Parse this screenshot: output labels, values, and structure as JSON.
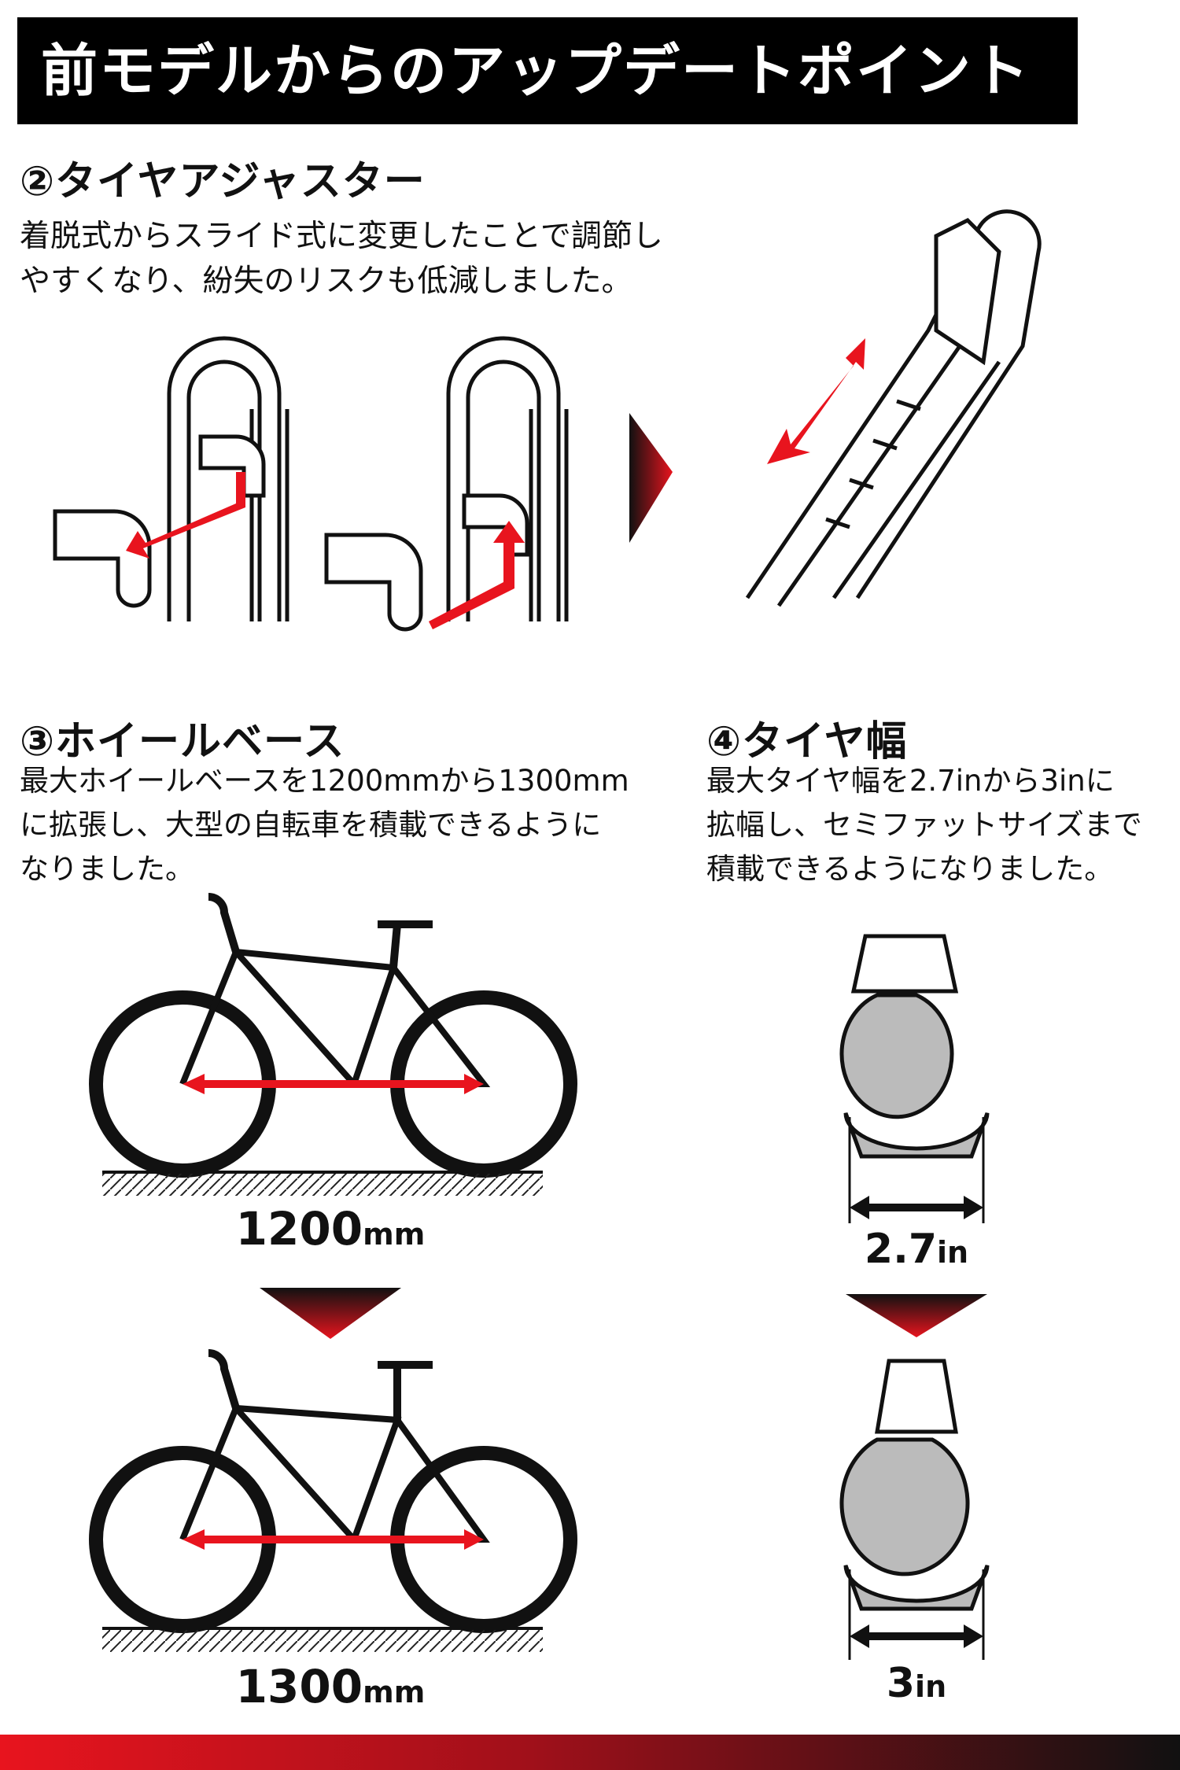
{
  "header": {
    "title": "前モデルからのアップデートポイント"
  },
  "section2": {
    "title": "②タイヤアジャスター",
    "lines": [
      "着脱式からスライド式に変更したことで調節し",
      "やすくなり、紛失のリスクも低減しました。"
    ]
  },
  "section3": {
    "title": "③ホイールベース",
    "lines": [
      "最大ホイールベースを1200mmから1300mm",
      "に拡張し、大型の自転車を積載できるように",
      "なりました。"
    ],
    "before": {
      "value": "1200",
      "unit": "mm"
    },
    "after": {
      "value": "1300",
      "unit": "mm"
    }
  },
  "section4": {
    "title": "④タイヤ幅",
    "lines": [
      "最大タイヤ幅を2.7inから3inに",
      "拡幅し、セミファットサイズまで",
      "積載できるようになりました。"
    ],
    "before": {
      "value": "2.7",
      "unit": "in"
    },
    "after": {
      "value": "3",
      "unit": "in"
    }
  },
  "colors": {
    "accent": "#e8141e",
    "header_bg": "#000000"
  }
}
